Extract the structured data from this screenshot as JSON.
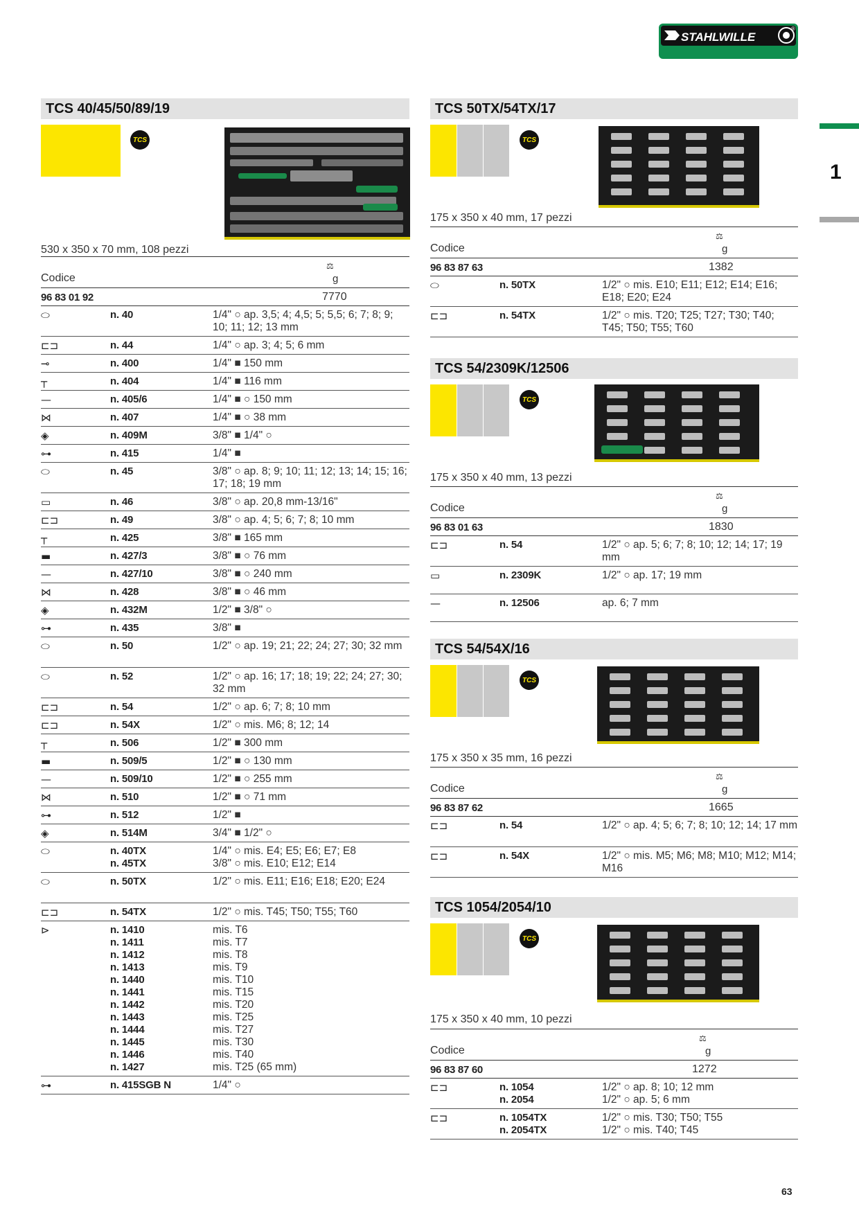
{
  "brand": {
    "name": "STAHLWILLE",
    "registered": "®",
    "color_green": "#0f8f4f"
  },
  "side_tab": {
    "number": "1"
  },
  "page_number": "63",
  "left": {
    "title": "TCS 40/45/50/89/19",
    "badge": "TCS",
    "dims": "530 x 350 x 70 mm, 108 pezzi",
    "codice_label": "Codice",
    "weight_icon": "⚖",
    "weight_unit": "g",
    "code": "96 83 01 92",
    "weight": "7770",
    "items": [
      {
        "icon": "socket-icon",
        "glyph": "⬭",
        "name": "n. 40",
        "desc": "1/4\" ○ ap. 3,5; 4; 4,5; 5; 5,5; 6; 7; 8; 9; 10; 11; 12; 13 mm"
      },
      {
        "icon": "bit-socket-icon",
        "glyph": "⊏⊐",
        "name": "n. 44",
        "desc": "1/4\" ○ ap. 3; 4; 5; 6 mm"
      },
      {
        "icon": "screwdriver-handle-icon",
        "glyph": "⊸",
        "name": "n. 400",
        "desc": "1/4\" ■ 150 mm"
      },
      {
        "icon": "t-bar-icon",
        "glyph": "┬",
        "name": "n. 404",
        "desc": "1/4\" ■ 116 mm"
      },
      {
        "icon": "extension-bar-icon",
        "glyph": "—",
        "name": "n. 405/6",
        "desc": "1/4\" ■ ○ 150 mm"
      },
      {
        "icon": "universal-joint-icon",
        "glyph": "⋈",
        "name": "n. 407",
        "desc": "1/4\" ■ ○ 38 mm"
      },
      {
        "icon": "adaptor-icon",
        "glyph": "◈",
        "name": "n. 409M",
        "desc": "3/8\" ■ 1/4\" ○"
      },
      {
        "icon": "ratchet-icon",
        "glyph": "⊶",
        "name": "n. 415",
        "desc": "1/4\" ■"
      },
      {
        "icon": "socket-icon",
        "glyph": "⬭",
        "name": "n. 45",
        "desc": "3/8\" ○ ap. 8; 9; 10; 11; 12; 13; 14; 15; 16; 17; 18; 19 mm"
      },
      {
        "icon": "spark-plug-socket-icon",
        "glyph": "▭",
        "name": "n. 46",
        "desc": "3/8\" ○ ap. 20,8 mm-13/16\""
      },
      {
        "icon": "bit-socket-icon",
        "glyph": "⊏⊐",
        "name": "n. 49",
        "desc": "3/8\" ○ ap. 4; 5; 6; 7; 8; 10 mm"
      },
      {
        "icon": "t-bar-icon",
        "glyph": "┬",
        "name": "n. 425",
        "desc": "3/8\" ■ 165 mm"
      },
      {
        "icon": "extension-bar-icon",
        "glyph": "▬",
        "name": "n. 427/3",
        "desc": "3/8\" ■ ○ 76 mm"
      },
      {
        "icon": "extension-bar-icon",
        "glyph": "—",
        "name": "n. 427/10",
        "desc": "3/8\" ■ ○ 240 mm"
      },
      {
        "icon": "universal-joint-icon",
        "glyph": "⋈",
        "name": "n. 428",
        "desc": "3/8\" ■ ○ 46 mm"
      },
      {
        "icon": "adaptor-icon",
        "glyph": "◈",
        "name": "n. 432M",
        "desc": "1/2\" ■ 3/8\" ○"
      },
      {
        "icon": "ratchet-icon",
        "glyph": "⊶",
        "name": "n. 435",
        "desc": "3/8\" ■"
      },
      {
        "icon": "socket-icon",
        "glyph": "⬭",
        "name": "n. 50",
        "desc": "1/2\" ○ ap. 19; 21; 22; 24; 27; 30; 32 mm"
      },
      {
        "icon": "socket-icon",
        "glyph": "⬭",
        "name": "n. 52",
        "desc": "1/2\" ○ ap. 16; 17; 18; 19; 22; 24; 27; 30; 32 mm"
      },
      {
        "icon": "bit-socket-icon",
        "glyph": "⊏⊐",
        "name": "n. 54",
        "desc": "1/2\" ○ ap. 6; 7; 8; 10 mm"
      },
      {
        "icon": "bit-socket-icon",
        "glyph": "⊏⊐",
        "name": "n. 54X",
        "desc": "1/2\" ○ mis. M6; 8; 12; 14"
      },
      {
        "icon": "t-bar-icon",
        "glyph": "┬",
        "name": "n. 506",
        "desc": "1/2\" ■ 300 mm"
      },
      {
        "icon": "extension-bar-icon",
        "glyph": "▬",
        "name": "n. 509/5",
        "desc": "1/2\" ■ ○ 130 mm"
      },
      {
        "icon": "extension-bar-icon",
        "glyph": "—",
        "name": "n. 509/10",
        "desc": "1/2\" ■ ○ 255 mm"
      },
      {
        "icon": "universal-joint-icon",
        "glyph": "⋈",
        "name": "n. 510",
        "desc": "1/2\" ■ ○ 71 mm"
      },
      {
        "icon": "ratchet-icon",
        "glyph": "⊶",
        "name": "n. 512",
        "desc": "1/2\" ■"
      },
      {
        "icon": "adaptor-icon",
        "glyph": "◈",
        "name": "n. 514M",
        "desc": "3/4\" ■ 1/2\" ○"
      },
      {
        "icon": "socket-icon",
        "glyph": "⬭",
        "name": "n. 40TX\nn. 45TX",
        "desc": "1/4\" ○ mis. E4; E5; E6; E7; E8\n3/8\" ○ mis. E10; E12; E14"
      },
      {
        "icon": "socket-icon",
        "glyph": "⬭",
        "name": "n. 50TX",
        "desc": "1/2\" ○ mis. E11; E16; E18; E20; E24"
      },
      {
        "icon": "bit-socket-icon",
        "glyph": "⊏⊐",
        "name": "n. 54TX",
        "desc": "1/2\" ○ mis. T45; T50; T55; T60"
      },
      {
        "icon": "bit-icon",
        "glyph": "⊳",
        "name": "n. 1410\nn. 1411\nn. 1412\nn. 1413\nn. 1440\nn. 1441\nn. 1442\nn. 1443\nn. 1444\nn. 1445\nn. 1446\nn. 1427",
        "desc": "mis. T6\nmis. T7\nmis. T8\nmis. T9\nmis. T10\nmis. T15\nmis. T20\nmis. T25\nmis. T27\nmis. T30\nmis. T40\nmis. T25 (65 mm)"
      },
      {
        "icon": "ratchet-icon",
        "glyph": "⊶",
        "name": "n. 415SGB N",
        "desc": "1/4\" ○"
      }
    ]
  },
  "right": [
    {
      "title": "TCS 50TX/54TX/17",
      "badge": "TCS",
      "dims": "175 x 350 x 40 mm, 17 pezzi",
      "codice_label": "Codice",
      "weight_icon": "⚖",
      "weight_unit": "g",
      "code": "96 83 87 63",
      "weight": "1382",
      "items": [
        {
          "icon": "socket-icon",
          "glyph": "⬭",
          "name": "n. 50TX",
          "desc": "1/2\" ○ mis. E10; E11; E12; E14; E16; E18; E20; E24"
        },
        {
          "icon": "bit-socket-icon",
          "glyph": "⊏⊐",
          "name": "n. 54TX",
          "desc": "1/2\" ○ mis. T20; T25; T27; T30; T40; T45; T50; T55; T60"
        }
      ]
    },
    {
      "title": "TCS 54/2309K/12506",
      "badge": "TCS",
      "dims": "175 x 350 x 40 mm, 13 pezzi",
      "codice_label": "Codice",
      "weight_icon": "⚖",
      "weight_unit": "g",
      "code": "96 83 01 63",
      "weight": "1830",
      "items": [
        {
          "icon": "bit-socket-icon",
          "glyph": "⊏⊐",
          "name": "n. 54",
          "desc": "1/2\" ○ ap. 5; 6; 7; 8; 10; 12; 14; 17; 19 mm"
        },
        {
          "icon": "spark-plug-socket-icon",
          "glyph": "▭",
          "name": "n. 2309K",
          "desc": "1/2\" ○ ap. 17; 19 mm"
        },
        {
          "icon": "screwdriver-icon",
          "glyph": "—",
          "name": "n. 12506",
          "desc": "ap. 6; 7 mm"
        }
      ]
    },
    {
      "title": "TCS 54/54X/16",
      "badge": "TCS",
      "dims": "175 x 350 x 35 mm, 16 pezzi",
      "codice_label": "Codice",
      "weight_icon": "⚖",
      "weight_unit": "g",
      "code": "96 83 87 62",
      "weight": "1665",
      "items": [
        {
          "icon": "bit-socket-icon",
          "glyph": "⊏⊐",
          "name": "n. 54",
          "desc": "1/2\" ○ ap. 4; 5; 6; 7; 8; 10; 12; 14; 17 mm"
        },
        {
          "icon": "bit-socket-icon",
          "glyph": "⊏⊐",
          "name": "n. 54X",
          "desc": "1/2\" ○ mis. M5; M6; M8; M10; M12; M14; M16"
        }
      ]
    },
    {
      "title": "TCS 1054/2054/10",
      "badge": "TCS",
      "dims": "175 x 350 x 40 mm, 10 pezzi",
      "codice_label": "Codice",
      "weight_icon": "⚖",
      "weight_unit": "g",
      "code": "96 83 87 60",
      "weight": "1272",
      "items": [
        {
          "icon": "long-bit-socket-icon",
          "glyph": "⊏⊐",
          "name": "n. 1054\nn. 2054",
          "desc": "1/2\" ○ ap. 8; 10; 12 mm\n1/2\" ○ ap. 5; 6 mm"
        },
        {
          "icon": "long-bit-socket-icon",
          "glyph": "⊏⊐",
          "name": "n. 1054TX\nn. 2054TX",
          "desc": "1/2\" ○ mis. T30; T50; T55\n1/2\" ○ mis. T40; T45"
        }
      ]
    }
  ]
}
